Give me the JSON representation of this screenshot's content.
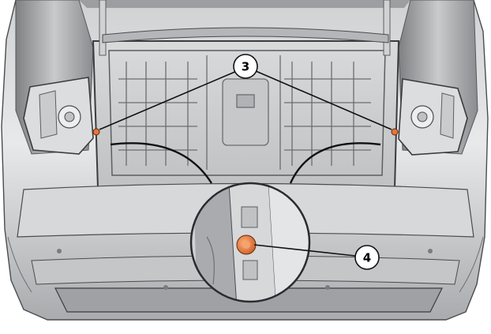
{
  "diagram": {
    "callouts": [
      {
        "id": "3",
        "label": "3"
      },
      {
        "id": "4",
        "label": "4"
      }
    ],
    "colors": {
      "body_light": "#e6e7e8",
      "body_mid": "#b9bbbe",
      "body_dark": "#6e7073",
      "outline": "#3a3c3f",
      "clip_highlight": "#e8763a"
    }
  }
}
